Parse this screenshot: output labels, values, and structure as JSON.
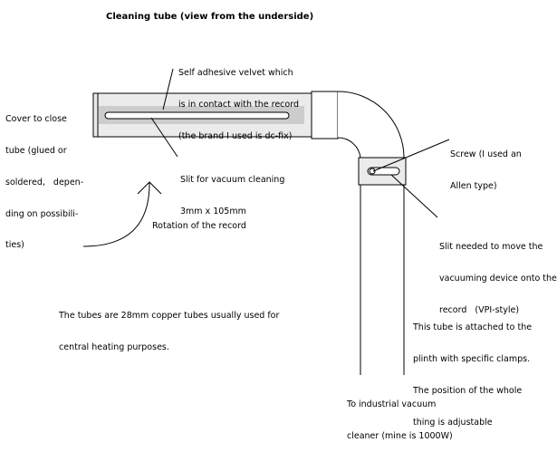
{
  "title": "Cleaning tube (view from the underside)",
  "labels": {
    "velvet": [
      "Self adhesive velvet which",
      "is in contact with the record",
      "(the brand I used is dc-fix)"
    ],
    "cover": [
      "Cover to close",
      "tube (glued or",
      "soldered,   depen-",
      "ding on possibili-",
      "ties)"
    ],
    "slit_vacuum": [
      "Slit for vacuum cleaning",
      "3mm x 105mm"
    ],
    "screw": [
      "Screw (I used an",
      "Allen type)"
    ],
    "rotation": "Rotation of the record",
    "slit_move": [
      "Slit needed to move the",
      "vacuuming device onto the",
      "record   (VPI-style)"
    ],
    "tubes_note": [
      "The tubes are 28mm copper tubes usually used for",
      "central heating purposes."
    ],
    "attached_note": [
      "This tube is attached to the",
      "plinth with specific clamps.",
      "The position of the whole",
      "thing is adjustable"
    ],
    "vacuum": [
      "To industrial vacuum",
      "cleaner (mine is 1000W)"
    ]
  },
  "colors": {
    "tube_fill": "#ebebeb",
    "velvet": "#cccccc",
    "stroke": "#000000"
  }
}
